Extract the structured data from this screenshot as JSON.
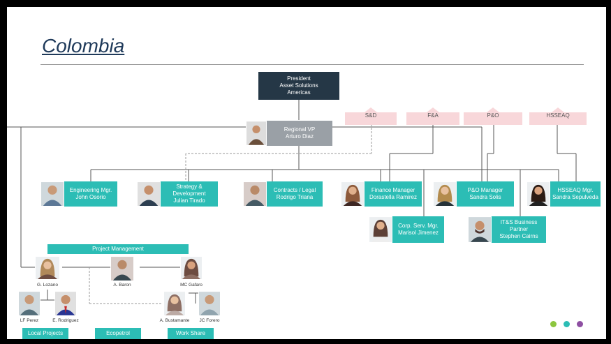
{
  "title": "Colombia",
  "president": {
    "line1": "President",
    "line2": "Asset Solutions",
    "line3": "Americas"
  },
  "regional_vp": {
    "title": "Regional VP",
    "name": "Arturo Diaz"
  },
  "functional_labels": [
    "S&D",
    "F&A",
    "P&O",
    "HSSEAQ"
  ],
  "managers": [
    {
      "title": "Engineering Mgr.",
      "name": "John Osorio"
    },
    {
      "title": "Strategy & Development",
      "name": "Julian Tirado"
    },
    {
      "title": "Contracts / Legal",
      "name": "Rodrigo Triana"
    },
    {
      "title": "Finance Manager",
      "name": "Dorastella Ramirez"
    },
    {
      "title": "P&O Manager",
      "name": "Sandra Solis"
    },
    {
      "title": "HSSEAQ Mgr.",
      "name": "Sandra Sepulveda"
    },
    {
      "title": "Corp. Serv. Mgr.",
      "name": "Marisol Jimenez"
    },
    {
      "title": "IT&S Business Partner",
      "name": "Stephen Cairns"
    }
  ],
  "project_management": {
    "label": "Project Management"
  },
  "people": {
    "g_lozano": "G. Lozano",
    "a_baron": "A. Baron",
    "mc_gafaro": "MC Gafaro",
    "lf_perez": "LF Perez",
    "e_rodriguez": "E. Rodriguez",
    "a_bustamante": "A. Bustamante",
    "jc_forero": "JC Forero"
  },
  "bottom_labels": [
    "Local Projects",
    "Ecopetrol",
    "Work Share"
  ],
  "dot_colors": [
    "#8dc63f",
    "#2cbdb5",
    "#8e4fa2"
  ],
  "colors": {
    "teal": "#2cbdb5",
    "dark": "#253746",
    "grey": "#9aa0a6",
    "pink": "#f8d7da"
  }
}
